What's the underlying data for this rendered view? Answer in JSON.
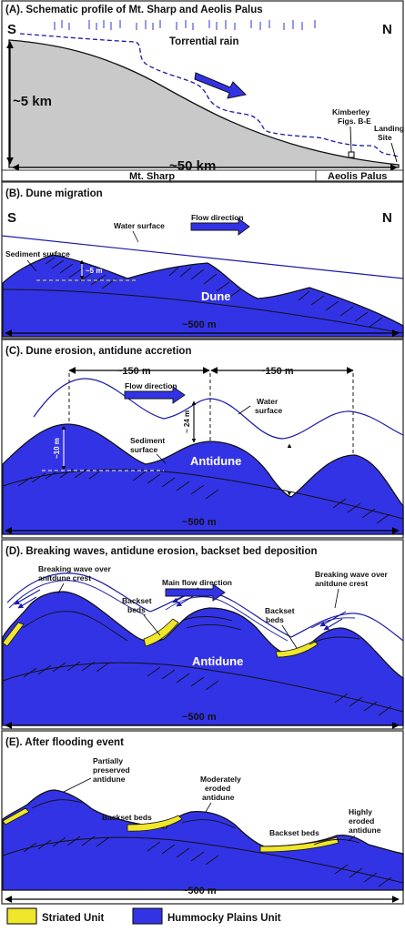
{
  "panel_a": {
    "title": "(A). Schematic profile of Mt. Sharp and Aeolis Palus",
    "south": "S",
    "north": "N",
    "rain": "Torrential rain",
    "height": "~5 km",
    "distance": "~50 km",
    "kimberley_1": "Kimberley",
    "kimberley_2": "Figs. B-E",
    "landing_1": "Landing",
    "landing_2": "Site",
    "mt_sharp": "Mt. Sharp",
    "aeolis": "Aeolis Palus"
  },
  "panel_b": {
    "title": "(B). Dune migration",
    "south": "S",
    "north": "N",
    "water_surface": "Water surface",
    "flow_direction": "Flow direction",
    "sediment_surface": "Sediment surface",
    "depth": "~5 m",
    "dune": "Dune",
    "width": "~500 m"
  },
  "panel_c": {
    "title": "(C). Dune erosion, antidune accretion",
    "spacing_1": "~150 m",
    "spacing_2": "~150 m",
    "flow_direction": "Flow direction",
    "water_1": "Water",
    "water_2": "surface",
    "sediment_1": "Sediment",
    "sediment_2": "surface",
    "height": "~10 m",
    "depth_1": "~ 24 m",
    "depth_2": "~ 24 m",
    "antidune": "Antidune",
    "width": "~500 m"
  },
  "panel_d": {
    "title": "(D). Breaking waves, antidune erosion, backset bed deposition",
    "break_left_1": "Breaking wave over",
    "break_left_2": "anitdune crest",
    "main_flow": "Main flow direction",
    "backset_1a": "Backset",
    "backset_1b": "beds",
    "backset_2a": "Backset",
    "backset_2b": "beds",
    "break_right_1": "Breaking wave over",
    "break_right_2": "anitdune crest",
    "antidune": "Antidune",
    "width": "~500 m"
  },
  "panel_e": {
    "title": "(E). After flooding event",
    "partial_1": "Partially",
    "partial_2": "preserved",
    "partial_3": "antidune",
    "moderate_1": "Moderately",
    "moderate_2": "eroded",
    "moderate_3": "antidune",
    "highly_1": "Highly",
    "highly_2": "eroded",
    "highly_3": "antidune",
    "backset_left": "Backset beds",
    "backset_right": "Backset beds",
    "width": "~500 m"
  },
  "legend": {
    "striated": "Striated Unit",
    "hummocky": "Hummocky Plains Unit"
  },
  "colors": {
    "blue": "#3333e6",
    "yellow": "#f0e62a",
    "grey": "#c9c9c9",
    "line_blue": "#1a1aa6"
  }
}
